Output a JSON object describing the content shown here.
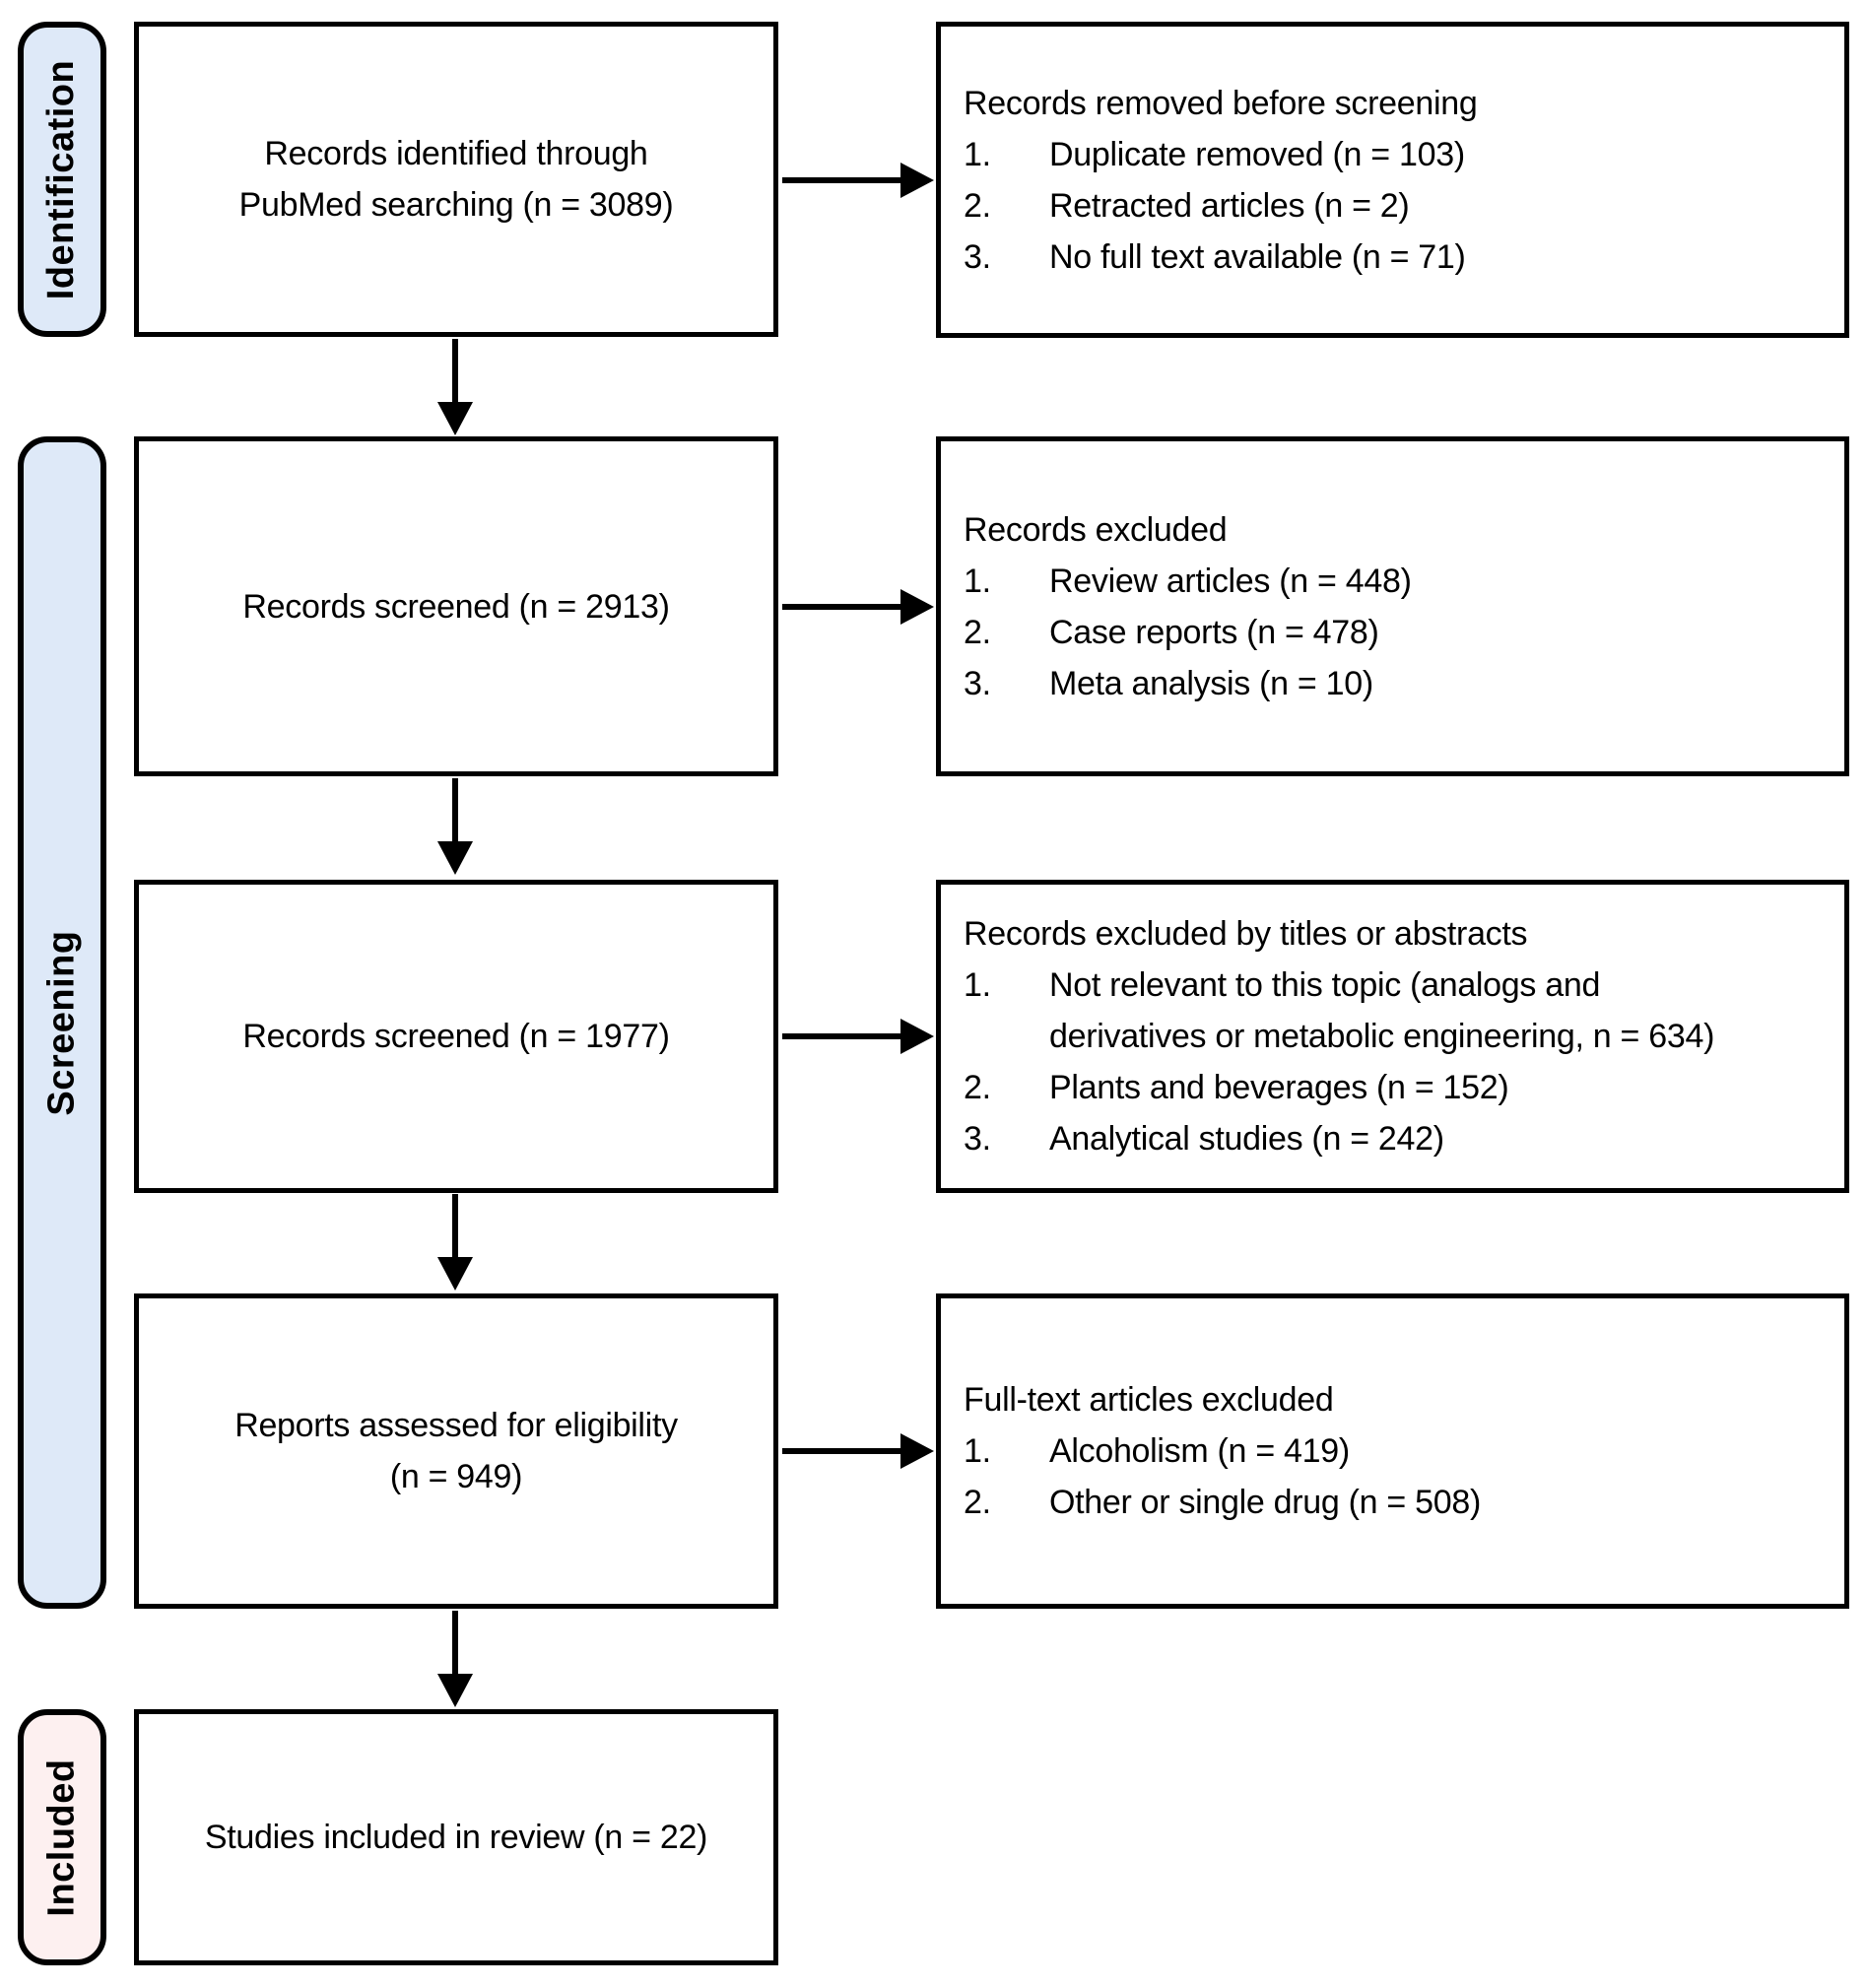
{
  "diagram": {
    "stage_labels": [
      {
        "text": "Identification"
      },
      {
        "text": "Screening"
      },
      {
        "text": "Included"
      }
    ],
    "flow_boxes": [
      {
        "text": "Records identified through\nPubMed searching (n = 3089)"
      },
      {
        "text": "Records screened (n = 2913)"
      },
      {
        "text": "Records screened (n = 1977)"
      },
      {
        "text": "Reports assessed for eligibility\n(n = 949)"
      },
      {
        "text": "Studies included in review (n = 22)"
      }
    ],
    "exclusion_boxes": [
      {
        "heading": "Records removed before screening",
        "items": [
          {
            "num": "1.",
            "text": "Duplicate removed (n = 103)"
          },
          {
            "num": "2.",
            "text": "Retracted articles (n = 2)"
          },
          {
            "num": "3.",
            "text": "No full text available (n = 71)"
          }
        ]
      },
      {
        "heading": "Records excluded",
        "items": [
          {
            "num": "1.",
            "text": "Review articles (n = 448)"
          },
          {
            "num": "2.",
            "text": "Case reports (n = 478)"
          },
          {
            "num": "3.",
            "text": "Meta analysis (n = 10)"
          }
        ]
      },
      {
        "heading": "Records excluded by titles or abstracts",
        "items": [
          {
            "num": "1.",
            "text": "Not relevant to this topic (analogs and derivatives or metabolic engineering, n = 634)"
          },
          {
            "num": "2.",
            "text": "Plants and beverages (n = 152)"
          },
          {
            "num": "3.",
            "text": "Analytical studies (n = 242)"
          }
        ]
      },
      {
        "heading": "Full-text articles excluded",
        "items": [
          {
            "num": "1.",
            "text": "Alcoholism (n = 419)"
          },
          {
            "num": "2.",
            "text": "Other or single drug (n = 508)"
          }
        ]
      }
    ],
    "colors": {
      "identification_label_bg": "#dee9f8",
      "screening_label_bg": "#dee9f8",
      "included_label_bg": "#fdf0f0",
      "box_border": "#000000",
      "text": "#000000"
    }
  }
}
